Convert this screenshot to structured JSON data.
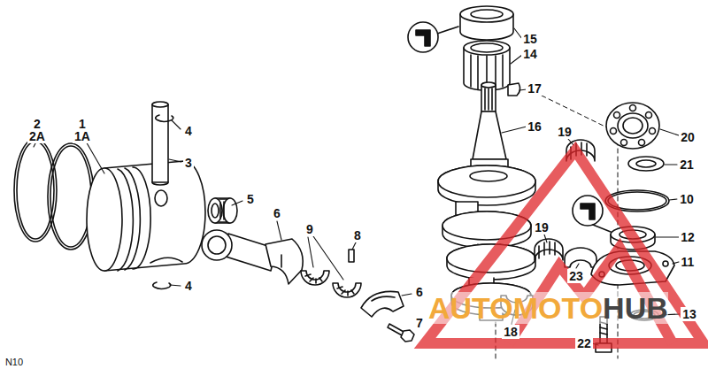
{
  "diagram": {
    "labels": [
      "2",
      "2A",
      "1",
      "1A",
      "4",
      "3",
      "5",
      "6",
      "9",
      "8",
      "4",
      "6",
      "7",
      "15",
      "14",
      "17",
      "16",
      "19",
      "20",
      "21",
      "10",
      "19",
      "12",
      "11",
      "23",
      "13",
      "18",
      "22",
      "N10",
      "AUTOMOTO",
      "HUB"
    ]
  }
}
